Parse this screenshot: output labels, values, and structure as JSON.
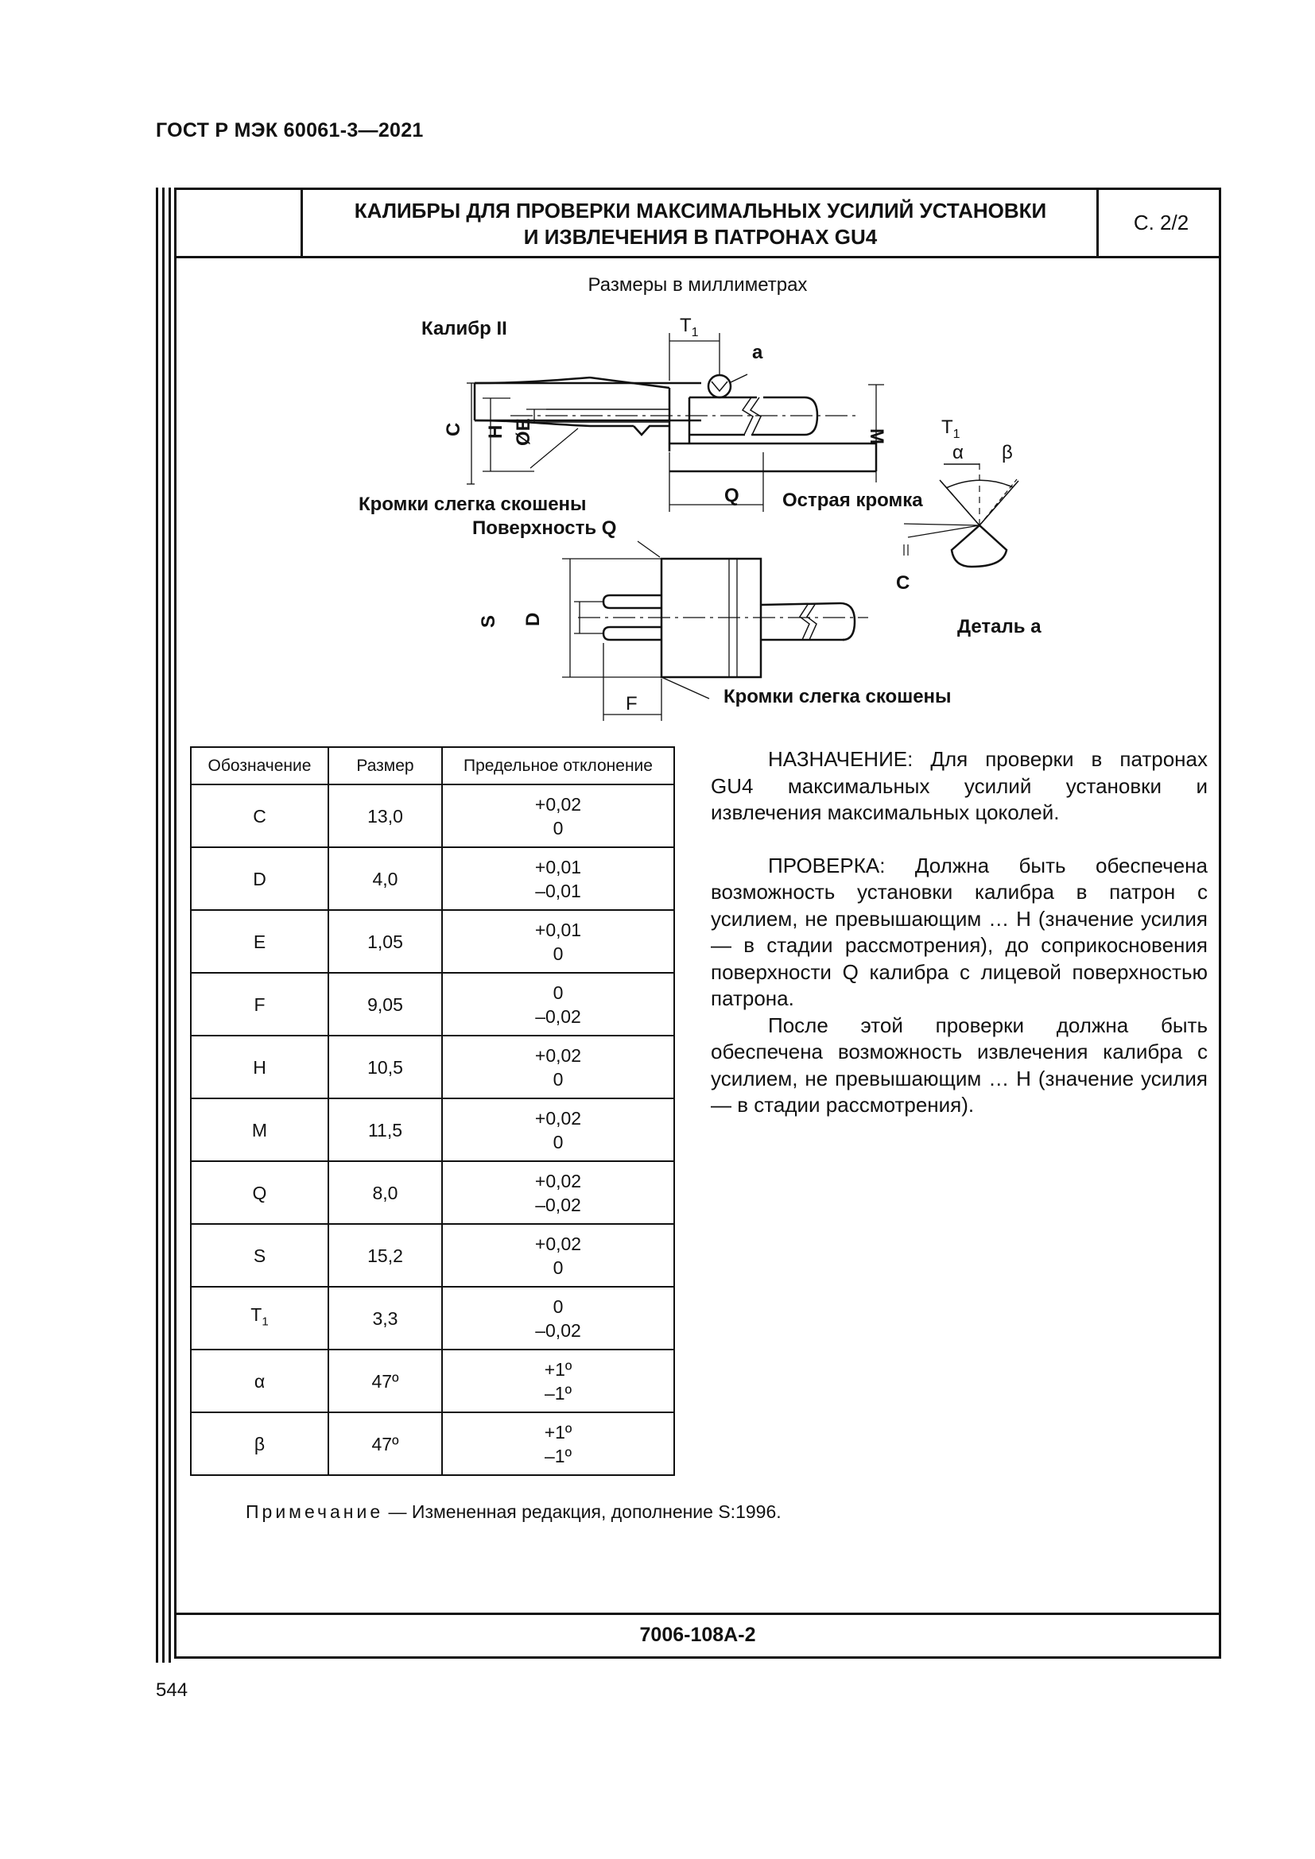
{
  "header": {
    "doc_id": "ГОСТ Р МЭК 60061-3—2021"
  },
  "sheet": {
    "title_line1": "КАЛИБРЫ ДЛЯ ПРОВЕРКИ МАКСИМАЛЬНЫХ УСИЛИЙ УСТАНОВКИ",
    "title_line2": "И ИЗВЛЕЧЕНИЯ В ПАТРОНАХ GU4",
    "page_ref": "С. 2/2",
    "units_note": "Размеры в миллиметрах",
    "footer_code": "7006-108А-2"
  },
  "drawing": {
    "gauge_label": "Калибр II",
    "dim_T1": "T",
    "dim_T1_sub": "1",
    "label_a": "а",
    "dim_C": "C",
    "dim_H": "H",
    "dim_E": "ØE",
    "dim_M": "M",
    "dim_Q": "Q",
    "dim_S": "S",
    "dim_D": "D",
    "dim_F": "F",
    "label_chamfer_1": "Кромки слегка скошены",
    "label_surface_q": "Поверхность Q",
    "label_sharp_edge": "Острая кромка",
    "label_chamfer_2": "Кромки слегка скошены",
    "detail_T1": "T",
    "detail_T1_sub": "1",
    "detail_alpha": "α",
    "detail_beta": "β",
    "detail_C": "C",
    "detail_label": "Деталь а"
  },
  "table": {
    "headers": [
      "Обозначение",
      "Размер",
      "Предельное отклонение"
    ],
    "rows": [
      {
        "sym": "C",
        "sub": "",
        "size": "13,0",
        "upper": "+0,02",
        "lower": "0"
      },
      {
        "sym": "D",
        "sub": "",
        "size": "4,0",
        "upper": "+0,01",
        "lower": "–0,01"
      },
      {
        "sym": "E",
        "sub": "",
        "size": "1,05",
        "upper": "+0,01",
        "lower": "0"
      },
      {
        "sym": "F",
        "sub": "",
        "size": "9,05",
        "upper": "0",
        "lower": "–0,02"
      },
      {
        "sym": "H",
        "sub": "",
        "size": "10,5",
        "upper": "+0,02",
        "lower": "0"
      },
      {
        "sym": "M",
        "sub": "",
        "size": "11,5",
        "upper": "+0,02",
        "lower": "0"
      },
      {
        "sym": "Q",
        "sub": "",
        "size": "8,0",
        "upper": "+0,02",
        "lower": "–0,02"
      },
      {
        "sym": "S",
        "sub": "",
        "size": "15,2",
        "upper": "+0,02",
        "lower": "0"
      },
      {
        "sym": "T",
        "sub": "1",
        "size": "3,3",
        "upper": "0",
        "lower": "–0,02"
      },
      {
        "sym": "α",
        "sub": "",
        "size": "47º",
        "upper": "+1º",
        "lower": "–1º"
      },
      {
        "sym": "β",
        "sub": "",
        "size": "47º",
        "upper": "+1º",
        "lower": "–1º"
      }
    ]
  },
  "text": {
    "purpose": "НАЗНАЧЕНИЕ: Для проверки в патронах GU4 максимальных усилий установки и извлечения максимальных цоколей.",
    "check": "ПРОВЕРКА: Должна быть обеспечена возможность установки калибра в патрон с усилием, не превышающим … Н (значение усилия — в стадии рассмотрения), до соприкосновения поверхности Q калибра с лицевой поверхностью патрона.",
    "after": "После этой проверки должна быть обеспечена возможность извлечения калибра с усилием, не превышающим … Н (значение усилия — в стадии рассмотрения)."
  },
  "note": {
    "label": "Примечание",
    "text": " — Измененная редакция, дополнение S:1996."
  },
  "page_number": "544"
}
